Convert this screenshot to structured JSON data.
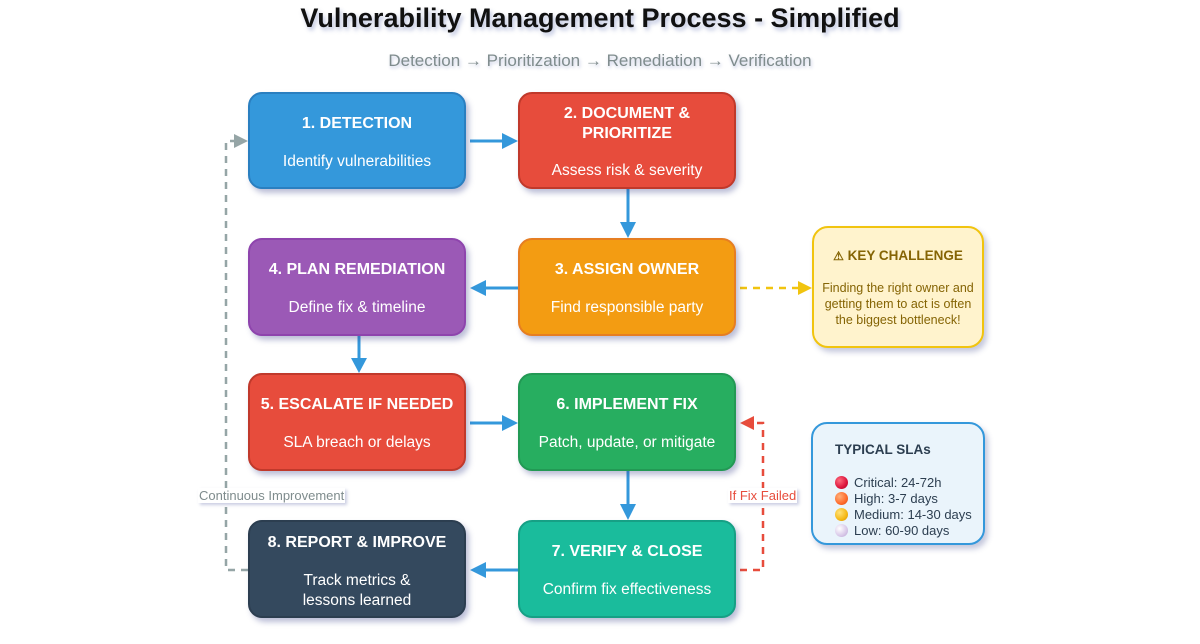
{
  "header": {
    "title": "Vulnerability Management Process - Simplified",
    "subtitle": "Detection → Prioritization → Remediation → Verification"
  },
  "steps": [
    {
      "title": "1. DETECTION",
      "desc": "Identify vulnerabilities",
      "color": "#3498db",
      "border": "#2a7fc0"
    },
    {
      "title": "2. DOCUMENT & PRIORITIZE",
      "desc": "Assess risk & severity",
      "color": "#e74c3c",
      "border": "#c0392b"
    },
    {
      "title": "3. ASSIGN OWNER",
      "desc": "Find responsible party",
      "color": "#f39c12",
      "border": "#e67e22"
    },
    {
      "title": "4. PLAN REMEDIATION",
      "desc": "Define fix & timeline",
      "color": "#9b59b6",
      "border": "#8e44ad"
    },
    {
      "title": "5. ESCALATE IF NEEDED",
      "desc": "SLA breach or delays",
      "color": "#e74c3c",
      "border": "#c0392b"
    },
    {
      "title": "6. IMPLEMENT FIX",
      "desc": "Patch, update, or mitigate",
      "color": "#27ae60",
      "border": "#229954"
    },
    {
      "title": "7. VERIFY & CLOSE",
      "desc": "Confirm fix effectiveness",
      "color": "#1abc9c",
      "border": "#16a085"
    },
    {
      "title": "8. REPORT & IMPROVE",
      "desc": "Track metrics & lessons learned",
      "color": "#34495e",
      "border": "#2c3e50"
    }
  ],
  "key_challenge": {
    "icon": "warning-icon",
    "icon_glyph": "⚠",
    "title": "KEY CHALLENGE",
    "text": "Finding the right owner and getting them to act is often the biggest bottleneck!",
    "bg": "#fff3cd",
    "border": "#f1c40f",
    "text_color": "#856404"
  },
  "slas": {
    "title": "TYPICAL SLAs",
    "bg": "#eaf4fb",
    "border": "#3498db",
    "items": [
      {
        "label": "Critical: 24-72h",
        "color": "#dc143c"
      },
      {
        "label": "High: 3-7 days",
        "color": "#ff6a2a"
      },
      {
        "label": "Medium: 14-30 days",
        "color": "#f5b814"
      },
      {
        "label": "Low: 60-90 days",
        "color": "#d8c8e8"
      }
    ]
  },
  "connectors": {
    "flow_color": "#3498db",
    "challenge_color": "#f1c40f",
    "fail_color": "#e74c3c",
    "loop_color": "#95a5a6",
    "fix_failed_label": "If Fix Failed",
    "continuous_label": "Continuous Improvement"
  }
}
